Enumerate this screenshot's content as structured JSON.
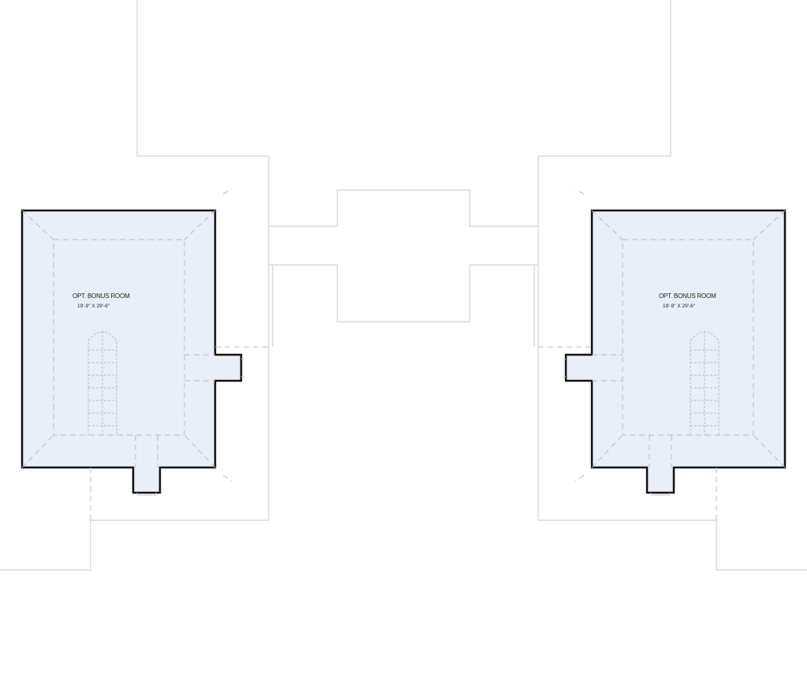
{
  "rooms": [
    {
      "name": "OPT. BONUS ROOM",
      "dimensions": "19'-9\" X 29'-6\""
    },
    {
      "name": "OPT. BONUS ROOM",
      "dimensions": "19'-9\" X 29'-6\""
    }
  ],
  "colors": {
    "room_fill": "#e8eff9",
    "wall": "#111111",
    "outline": "#c9c9c9",
    "dashed": "#b8bcc4"
  }
}
